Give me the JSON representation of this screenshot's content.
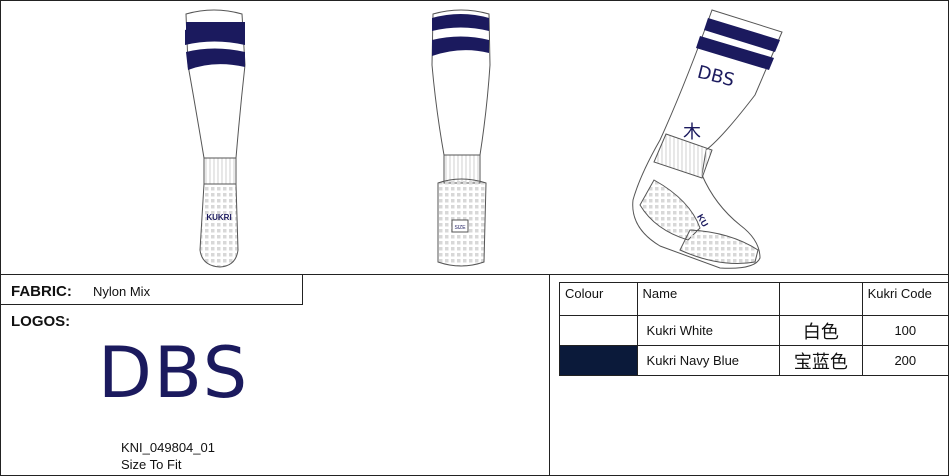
{
  "fabric": {
    "label": "FABRIC:",
    "value": "Nylon Mix"
  },
  "logos": {
    "label": "LOGOS:",
    "logo_text": "DBS"
  },
  "product": {
    "code": "KNI_049804_01",
    "size": "Size To Fit"
  },
  "socks": {
    "front_logo": "KUKRI",
    "back_label": "SIZE",
    "side_text": "DBS",
    "side_mark": "木",
    "side_logo": "KU"
  },
  "colour_table": {
    "headers": [
      "Colour",
      "Name",
      "",
      "Kukri Code"
    ],
    "rows": [
      {
        "name": "Kukri White",
        "chinese": "白色",
        "code": "100",
        "swatch": "#ffffff"
      },
      {
        "name": "Kukri Navy Blue",
        "chinese": "宝蓝色",
        "code": "200",
        "swatch": "#0b1a3a"
      }
    ]
  },
  "colors": {
    "navy": "#1b1a5e",
    "dark_navy": "#0b1a3a"
  }
}
